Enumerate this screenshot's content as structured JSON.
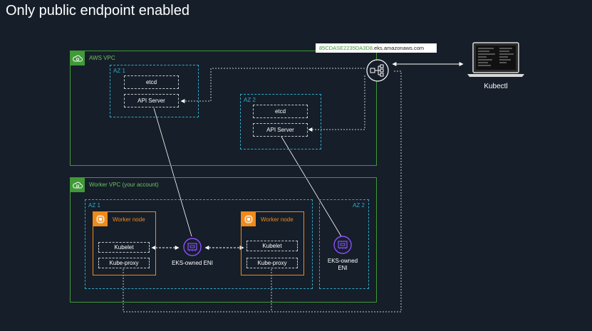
{
  "title": "Only public endpoint enabled",
  "aws_vpc": {
    "label": "AWS VPC"
  },
  "worker_vpc": {
    "label": "Worker VPC (your account)"
  },
  "control_plane": {
    "az1": {
      "label": "AZ 1",
      "etcd": "etcd",
      "api": "API Server"
    },
    "az2": {
      "label": "AZ 2",
      "etcd": "etcd",
      "api": "API Server"
    }
  },
  "workers": {
    "az1_label": "AZ 1",
    "az2_label": "AZ 2",
    "node1": {
      "label": "Worker node",
      "kubelet": "Kubelet",
      "kube_proxy": "Kube-proxy"
    },
    "node2": {
      "label": "Worker node",
      "kubelet": "Kubelet",
      "kube_proxy": "Kube-proxy"
    },
    "eni_center": "EKS-owned ENI",
    "eni_right_line1": "EKS-owned",
    "eni_right_line2": "ENI"
  },
  "endpoint": {
    "id": "85CDASE2235DA3D8",
    "domain": ".eks.amazonaws.com"
  },
  "client": {
    "label": "Kubectl"
  },
  "colors": {
    "vpc": "#3f9a37",
    "az": "#2fa9c9",
    "worker": "#ef8a1a",
    "eni": "#8c4fff",
    "background": "#161e29"
  },
  "icons": [
    "vpc-cloud-icon",
    "chip-icon",
    "eni-icon",
    "load-balancer-icon",
    "laptop-icon"
  ]
}
